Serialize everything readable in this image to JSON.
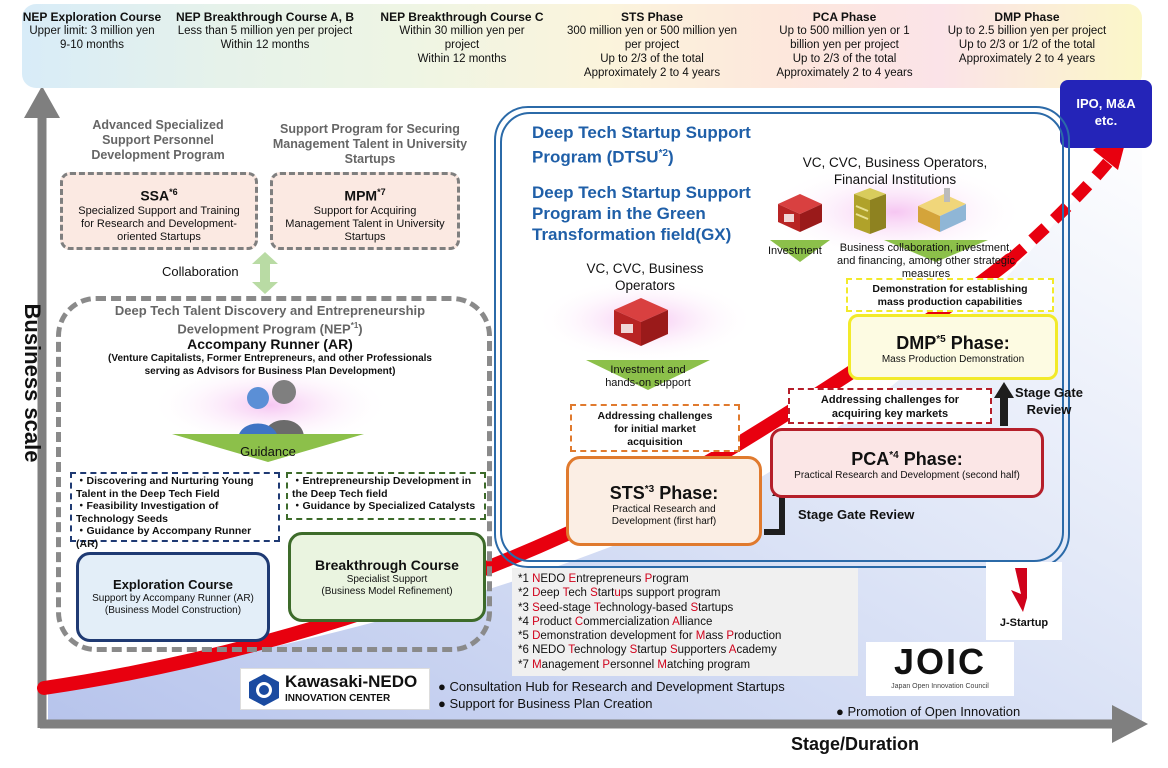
{
  "banner": [
    {
      "head": "NEP Exploration Course",
      "lines": [
        "Upper limit: 3 million yen",
        "9-10 months"
      ]
    },
    {
      "head": "NEP Breakthrough Course A, B",
      "lines": [
        "Less than 5 million yen per project",
        "Within 12 months"
      ]
    },
    {
      "head": "NEP Breakthrough Course C",
      "lines": [
        "Within 30 million yen per",
        "project",
        "Within 12 months"
      ]
    },
    {
      "head": "STS Phase",
      "lines": [
        "300 million yen or 500 million yen",
        "per project",
        "Up to 2/3 of the total",
        "Approximately 2 to 4 years"
      ]
    },
    {
      "head": "PCA Phase",
      "lines": [
        "Up to 500 million yen or 1",
        "billion yen per project",
        "Up to 2/3 of the total",
        "Approximately 2 to 4 years"
      ]
    },
    {
      "head": "DMP Phase",
      "lines": [
        "Up to 2.5 billion yen per project",
        "Up to 2/3 or 1/2 of the total",
        "Approximately 2 to 4 years"
      ]
    }
  ],
  "axes": {
    "y": "Business scale",
    "x": "Stage/Duration"
  },
  "ipo": {
    "line1": "IPO, M&A",
    "line2": "etc."
  },
  "ssa": {
    "heading": [
      "Advanced Specialized",
      "Support Personnel",
      "Development Program"
    ],
    "title": "SSA",
    "sup": "*6",
    "desc": [
      "Specialized Support and Training",
      "for Research and Development-",
      "oriented Startups"
    ]
  },
  "mpm": {
    "heading": [
      "Support Program for Securing",
      "Management Talent in University",
      "Startups"
    ],
    "title": "MPM",
    "sup": "*7",
    "desc": [
      "Support for Acquiring",
      "Management Talent in University",
      "Startups"
    ]
  },
  "collaboration": "Collaboration",
  "nep": {
    "heading1": "Deep Tech Talent Discovery and Entrepreneurship",
    "heading2": "Development Program (NEP",
    "heading2_sup": "*1",
    "heading2_end": ")",
    "ar_title": "Accompany  Runner (AR)",
    "ar_desc1": "(Venture Capitalists, Former Entrepreneurs, and other Professionals",
    "ar_desc2": "serving as Advisors for Business Plan Development)",
    "guidance": "Guidance",
    "left_list": [
      "・Discovering and Nurturing Young",
      "  Talent in the Deep Tech Field",
      "・Feasibility Investigation of",
      "  Technology Seeds",
      "・Guidance by Accompany Runner (AR)"
    ],
    "right_list": [
      "・Entrepreneurship Development in",
      "  the Deep Tech field",
      "・Guidance by Specialized Catalysts"
    ],
    "exploration": {
      "title": "Exploration Course",
      "desc1": "Support by Accompany Runner (AR)",
      "desc2": "(Business Model Construction)"
    },
    "breakthrough": {
      "title": "Breakthrough Course",
      "desc1": "Specialist Support",
      "desc2": "(Business Model Refinement)"
    }
  },
  "dtsu": {
    "title1": "Deep Tech Startup Support",
    "title2": "Program (DTSU",
    "title2_sup": "*2",
    "title2_end": ")",
    "gx1": "Deep Tech Startup Support",
    "gx2": "Program in the Green",
    "gx3": "Transformation field(GX)"
  },
  "vc_top": {
    "line1": "VC, CVC, Business Operators,",
    "line2": "Financial Institutions",
    "investment": "Investment",
    "collab1": "Business collaboration, investment,",
    "collab2": "and financing, among other strategic",
    "collab3": "measures"
  },
  "vc_mid": {
    "line1": "VC, CVC, Business",
    "line2": "Operators",
    "inv1": "Investment and",
    "inv2": "hands-on support"
  },
  "sts_challenge": [
    "Addressing challenges",
    "for initial market",
    "acquisition"
  ],
  "sts": {
    "title": "STS",
    "sup": "*3",
    "title_end": " Phase:",
    "desc1": "Practical Research and",
    "desc2": "Development  (first harf)"
  },
  "stage_gate_1": "Stage Gate Review",
  "pca_challenge": [
    "Addressing challenges for",
    "acquiring key markets"
  ],
  "pca": {
    "title": "PCA",
    "sup": "*4",
    "title_end": " Phase:",
    "desc": "Practical Research and Development  (second half)"
  },
  "stage_gate_2": [
    "Stage Gate",
    "Review"
  ],
  "dmp_challenge": [
    "Demonstration for establishing",
    "mass production capabilities"
  ],
  "dmp": {
    "title": "DMP",
    "sup": "*5",
    "title_end": " Phase:",
    "desc": "Mass Production Demonstration"
  },
  "legend": [
    {
      "num": "*1 ",
      "parts": [
        [
          "N",
          "r"
        ],
        [
          "EDO ",
          ""
        ],
        [
          "E",
          "r"
        ],
        [
          "ntrepreneurs ",
          ""
        ],
        [
          "P",
          "r"
        ],
        [
          "rogram",
          ""
        ]
      ]
    },
    {
      "num": "*2 ",
      "parts": [
        [
          "D",
          "r"
        ],
        [
          "eep ",
          ""
        ],
        [
          "T",
          "r"
        ],
        [
          "ech ",
          ""
        ],
        [
          "S",
          "r"
        ],
        [
          "tart",
          ""
        ],
        [
          "u",
          "r"
        ],
        [
          "ps support program",
          ""
        ]
      ]
    },
    {
      "num": "*3 ",
      "parts": [
        [
          "S",
          "r"
        ],
        [
          "eed-stage ",
          ""
        ],
        [
          "T",
          "r"
        ],
        [
          "echnology-based ",
          ""
        ],
        [
          "S",
          "r"
        ],
        [
          "tartups",
          ""
        ]
      ]
    },
    {
      "num": "*4 ",
      "parts": [
        [
          "P",
          "r"
        ],
        [
          "roduct ",
          ""
        ],
        [
          "C",
          "r"
        ],
        [
          "ommercialization ",
          ""
        ],
        [
          "A",
          "r"
        ],
        [
          "lliance",
          ""
        ]
      ]
    },
    {
      "num": "*5 ",
      "parts": [
        [
          "D",
          "r"
        ],
        [
          "emonstration development for ",
          ""
        ],
        [
          "M",
          "r"
        ],
        [
          "ass ",
          ""
        ],
        [
          "P",
          "r"
        ],
        [
          "roduction",
          ""
        ]
      ]
    },
    {
      "num": "*6 NEDO ",
      "parts": [
        [
          "T",
          "r"
        ],
        [
          "echnology ",
          ""
        ],
        [
          "S",
          "r"
        ],
        [
          "tartup ",
          ""
        ],
        [
          "S",
          "r"
        ],
        [
          "upporters ",
          ""
        ],
        [
          "A",
          "r"
        ],
        [
          "cademy",
          ""
        ]
      ]
    },
    {
      "num": "*7 ",
      "parts": [
        [
          "M",
          "r"
        ],
        [
          "anagement ",
          ""
        ],
        [
          "P",
          "r"
        ],
        [
          "ersonnel ",
          ""
        ],
        [
          "M",
          "r"
        ],
        [
          "atching program",
          ""
        ]
      ]
    }
  ],
  "jstartup": "J-Startup",
  "joic": {
    "logo": "JOIC",
    "sub": "Japan Open Innovation Council"
  },
  "kawasaki": {
    "line1": "Kawasaki-NEDO",
    "line2": "INNOVATION CENTER"
  },
  "bullets": [
    "Consultation Hub for Research and Development Startups",
    "Support for Business Plan Creation"
  ],
  "open_innovation": "Promotion of Open Innovation",
  "colors": {
    "blue": "#1f5fa8",
    "red": "#e8000f",
    "orange": "#e07a2e",
    "darkred": "#b51f2a",
    "yellow": "#f2ea2a",
    "green": "#8cc04a"
  }
}
